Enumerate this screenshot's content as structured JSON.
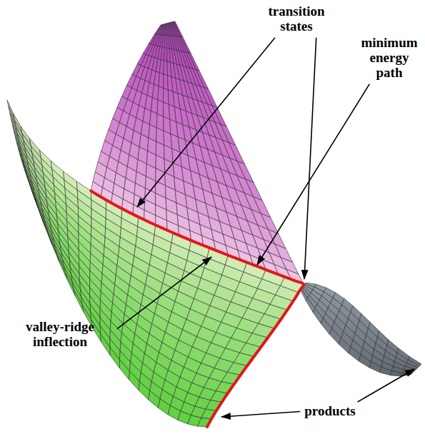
{
  "diagram": {
    "labels": [
      "transition states",
      "minimum energy path",
      "valley-ridge inflection",
      "products"
    ]
  }
}
